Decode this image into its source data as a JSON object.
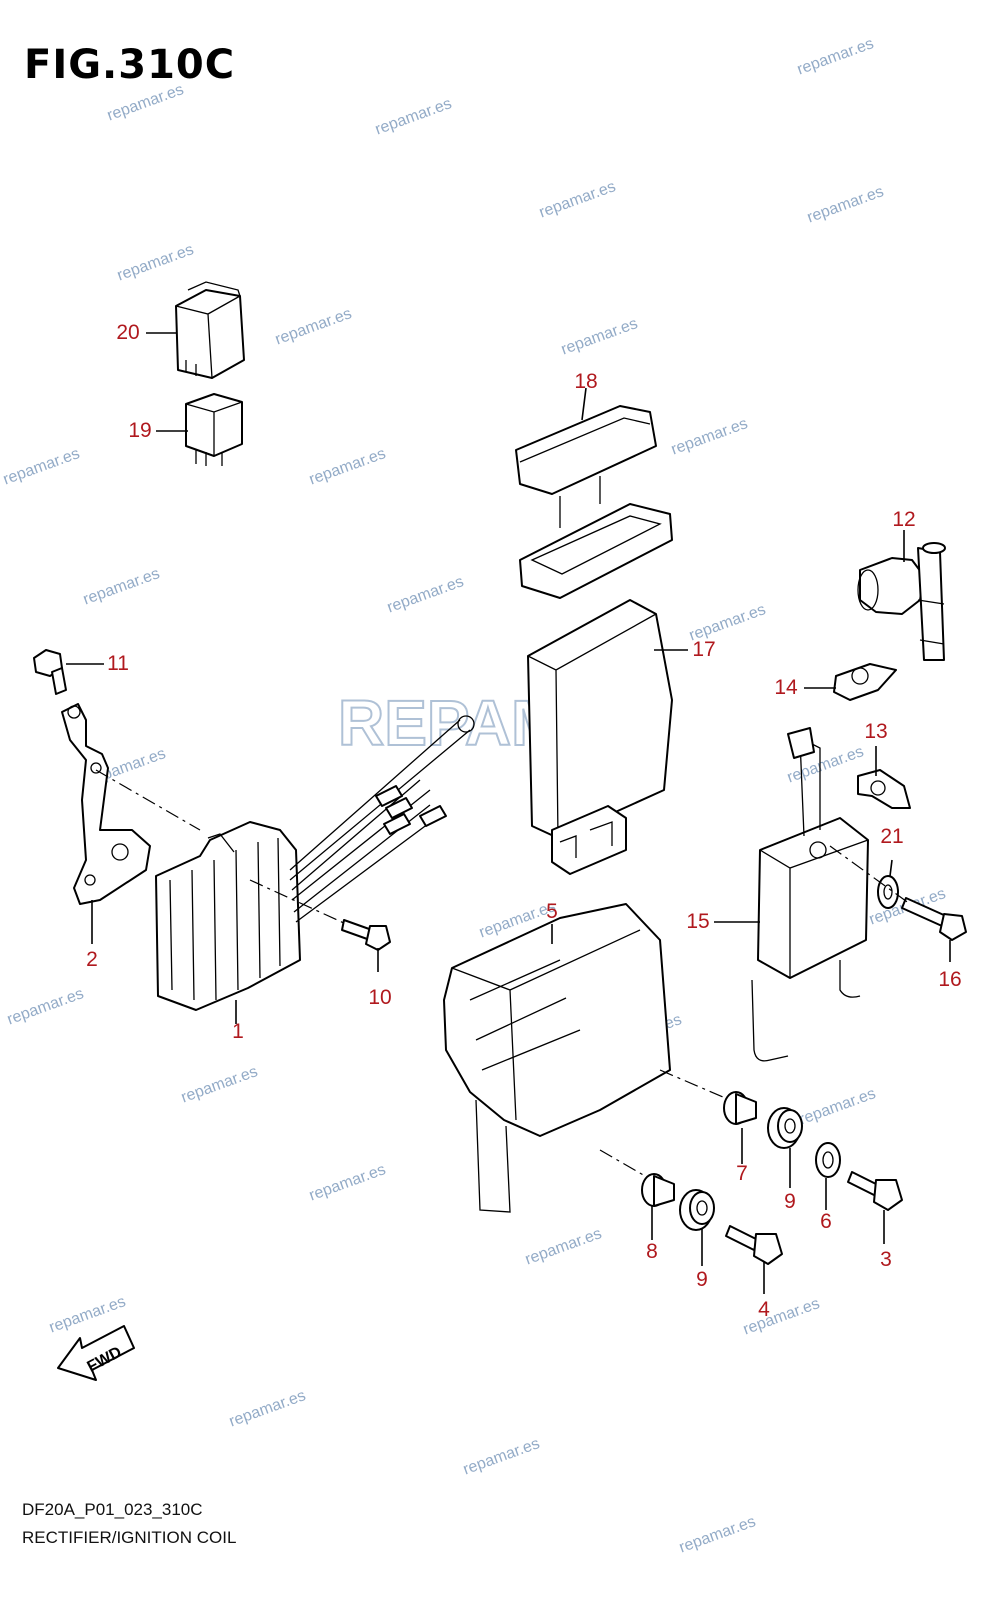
{
  "figure": {
    "title": "FIG.310C",
    "code": "DF20A_P01_023_310C",
    "caption": "RECTIFIER/IGNITION COIL"
  },
  "direction_label": "FWD",
  "watermark": {
    "text": "repamar.es",
    "logo_text": "REPAMAR",
    "color": "#6f8fb5"
  },
  "callouts": [
    {
      "id": "c1",
      "label": "1"
    },
    {
      "id": "c2",
      "label": "2"
    },
    {
      "id": "c3",
      "label": "3"
    },
    {
      "id": "c4",
      "label": "4"
    },
    {
      "id": "c5",
      "label": "5"
    },
    {
      "id": "c6",
      "label": "6"
    },
    {
      "id": "c7",
      "label": "7"
    },
    {
      "id": "c8",
      "label": "8"
    },
    {
      "id": "c9a",
      "label": "9"
    },
    {
      "id": "c9b",
      "label": "9"
    },
    {
      "id": "c10",
      "label": "10"
    },
    {
      "id": "c11",
      "label": "11"
    },
    {
      "id": "c12",
      "label": "12"
    },
    {
      "id": "c13",
      "label": "13"
    },
    {
      "id": "c14",
      "label": "14"
    },
    {
      "id": "c15",
      "label": "15"
    },
    {
      "id": "c16",
      "label": "16"
    },
    {
      "id": "c17",
      "label": "17"
    },
    {
      "id": "c18",
      "label": "18"
    },
    {
      "id": "c19",
      "label": "19"
    },
    {
      "id": "c20",
      "label": "20"
    },
    {
      "id": "c21",
      "label": "21"
    }
  ],
  "colors": {
    "callout": "#b0191e",
    "line_art": "#000000"
  }
}
